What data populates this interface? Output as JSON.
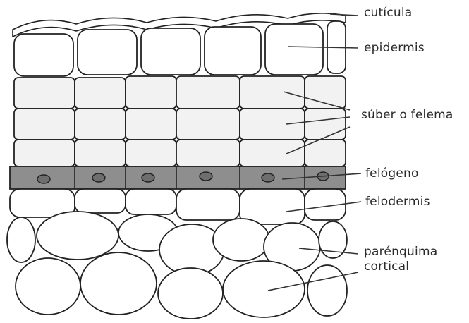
{
  "labels": {
    "cuticula": "cutícula",
    "epidermis": "epidermis",
    "suber": "súber o felema",
    "felogeno": "felógeno",
    "felodermis": "felodermis",
    "parenquima_line1": "parénquima",
    "parenquima_line2": "cortical"
  },
  "colors": {
    "cell_outline": "#222222",
    "cell_fill": "#ffffff",
    "suber_fill": "#f2f2f2",
    "felogeno_fill": "#8e8e8e",
    "nucleus_fill": "#6e6e6e",
    "pointer_line": "#333333",
    "label_text": "#2a2a2a"
  }
}
